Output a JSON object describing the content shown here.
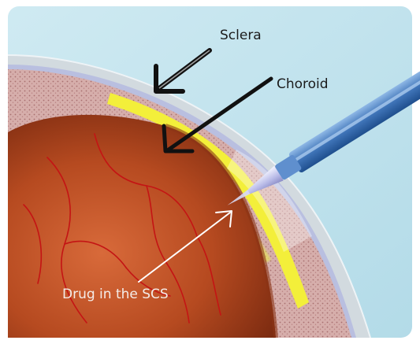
{
  "labels": {
    "sclera": "Sclera",
    "choroid": "Choroid",
    "drug_in_scs": "Drug in the SCS"
  },
  "colors": {
    "background_sky": "#bfe3ee",
    "sclera_band": "#d2dadf",
    "choroid_tissue": "#d4aaa8",
    "retina_fundus": "#b54a22",
    "drug_highlight": "#f3ef3a",
    "needle_blue": "#4f86c6",
    "vessel_red": "#c41414"
  },
  "icons": {
    "sclera_arrow": "arrow-down-left",
    "choroid_arrow": "arrow-down-left",
    "drug_arrow": "arrow-up-right",
    "needle": "injection-needle"
  }
}
